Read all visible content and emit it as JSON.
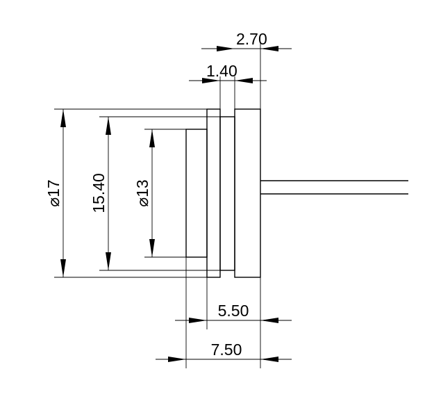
{
  "drawing": {
    "dimensions": {
      "top_width": "2.70",
      "top_gap": "1.40",
      "diameter_outer": "17",
      "height_mid": "15.40",
      "diameter_inner": "13",
      "bottom_width_short": "5.50",
      "bottom_width_long": "7.50"
    },
    "diameter_symbol": "⌀",
    "colors": {
      "line": "#000000",
      "background": "#ffffff"
    }
  }
}
